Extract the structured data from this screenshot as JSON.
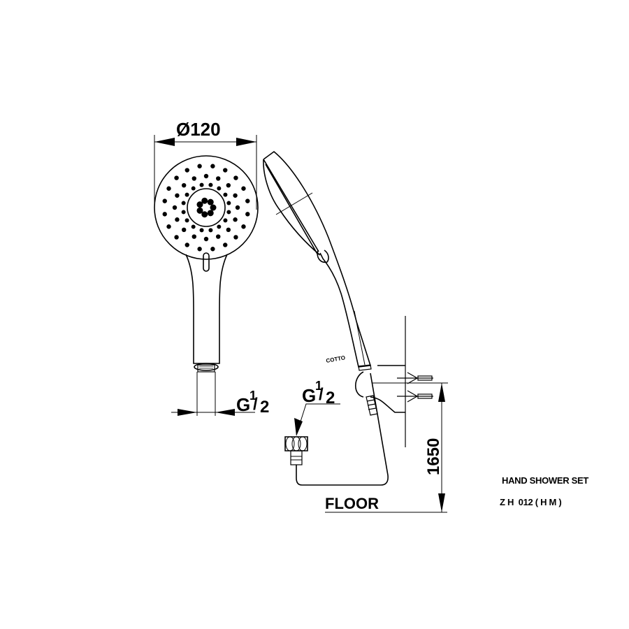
{
  "drawing": {
    "front_view": {
      "diameter_label": "Ø120",
      "thread_label_main": "G",
      "thread_label_num": "1",
      "thread_label_den": "2"
    },
    "side_view": {
      "brand_mark": "COTTO",
      "inlet_thread_main": "G",
      "inlet_thread_num": "1",
      "inlet_thread_den": "2",
      "height_label": "1650",
      "floor_label": "FLOOR"
    },
    "title_block": {
      "product_name": "HAND SHOWER SET",
      "model_code": "Z H  012 ( H M )"
    }
  },
  "colors": {
    "line": "#000000",
    "background": "#ffffff"
  }
}
